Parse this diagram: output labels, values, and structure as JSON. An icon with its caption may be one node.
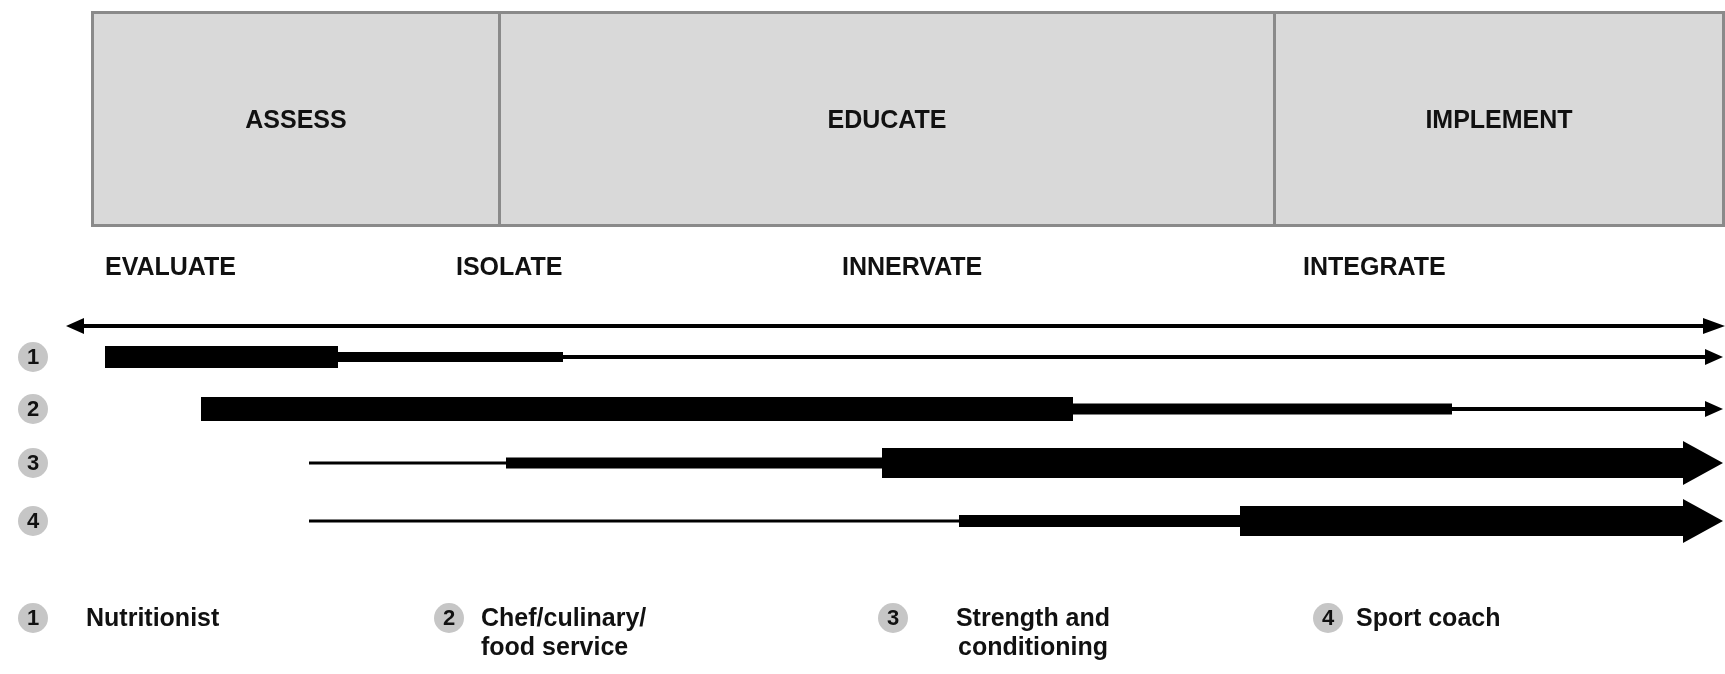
{
  "diagram": {
    "nodes": [
      {
        "text": [
          "ASSESS"
        ]
      },
      {
        "text": [
          "EDUCATE"
        ]
      },
      {
        "text": [
          "IMPLEMENT"
        ]
      }
    ],
    "edges": [],
    "labels": [
      "EVALUATE",
      "ISOLATE",
      "INNERVATE",
      "INTEGRATE",
      "1",
      "2",
      "3",
      "4",
      "1",
      "Nutritionist",
      "2",
      "Chef/culinary/ food service",
      "3",
      "Strength and conditioning",
      "4",
      "Sport coach"
    ]
  }
}
